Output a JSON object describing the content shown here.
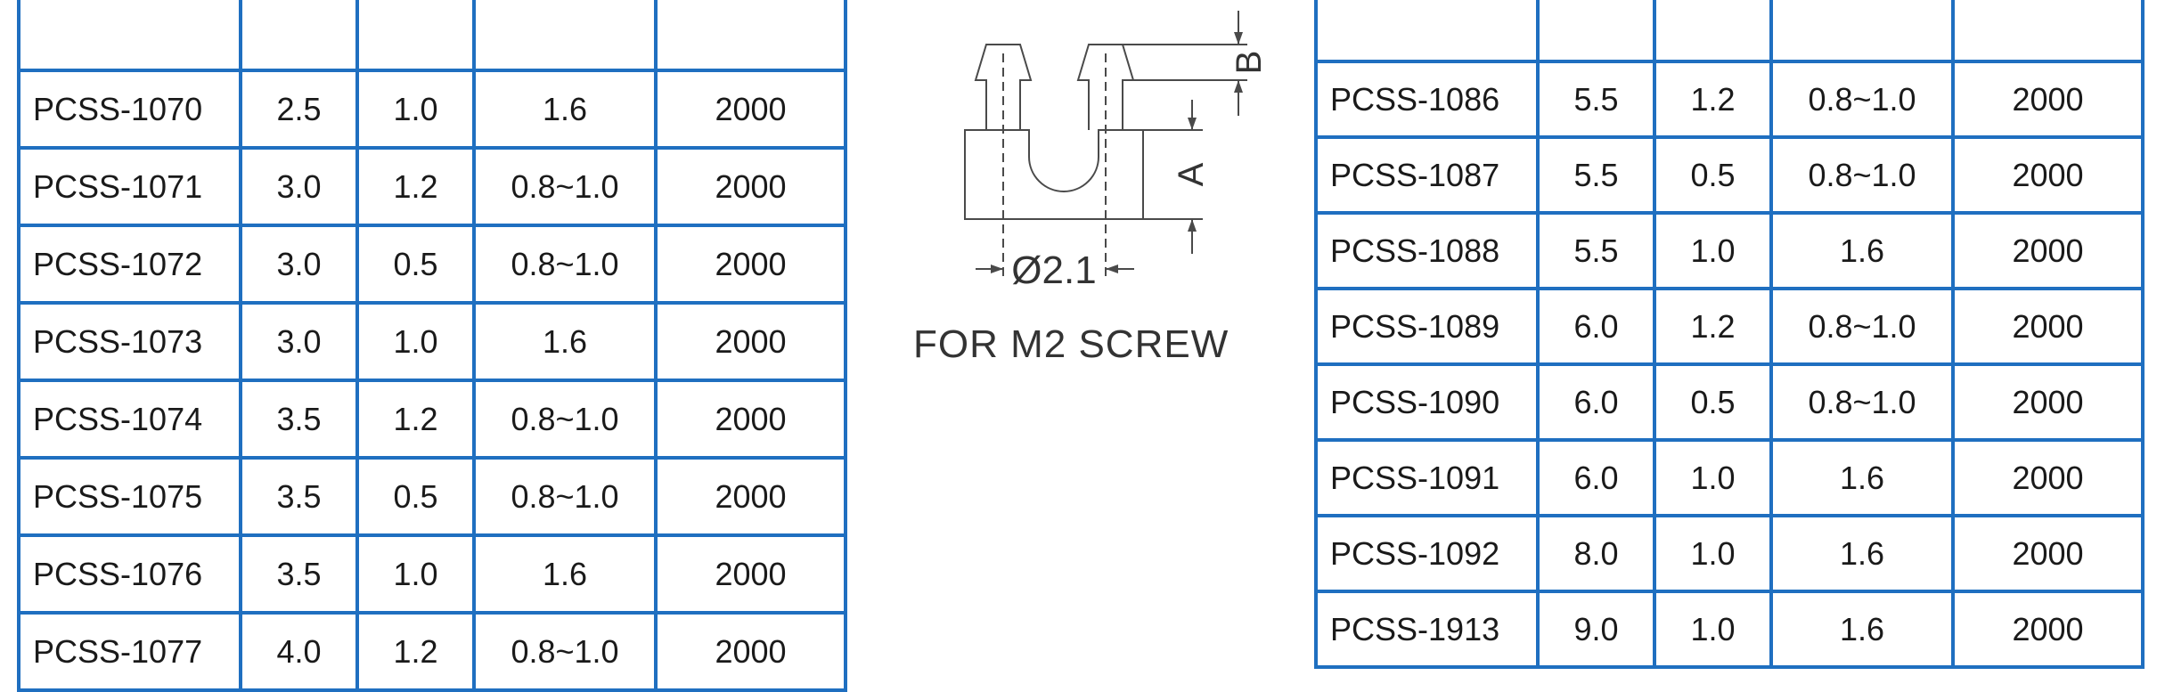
{
  "table_left": {
    "rows": [
      [
        "",
        "",
        "",
        "",
        ""
      ],
      [
        "PCSS-1070",
        "2.5",
        "1.0",
        "1.6",
        "2000"
      ],
      [
        "PCSS-1071",
        "3.0",
        "1.2",
        "0.8~1.0",
        "2000"
      ],
      [
        "PCSS-1072",
        "3.0",
        "0.5",
        "0.8~1.0",
        "2000"
      ],
      [
        "PCSS-1073",
        "3.0",
        "1.0",
        "1.6",
        "2000"
      ],
      [
        "PCSS-1074",
        "3.5",
        "1.2",
        "0.8~1.0",
        "2000"
      ],
      [
        "PCSS-1075",
        "3.5",
        "0.5",
        "0.8~1.0",
        "2000"
      ],
      [
        "PCSS-1076",
        "3.5",
        "1.0",
        "1.6",
        "2000"
      ],
      [
        "PCSS-1077",
        "4.0",
        "1.2",
        "0.8~1.0",
        "2000"
      ]
    ]
  },
  "table_right": {
    "rows": [
      [
        "",
        "",
        "",
        "",
        ""
      ],
      [
        "PCSS-1086",
        "5.5",
        "1.2",
        "0.8~1.0",
        "2000"
      ],
      [
        "PCSS-1087",
        "5.5",
        "0.5",
        "0.8~1.0",
        "2000"
      ],
      [
        "PCSS-1088",
        "5.5",
        "1.0",
        "1.6",
        "2000"
      ],
      [
        "PCSS-1089",
        "6.0",
        "1.2",
        "0.8~1.0",
        "2000"
      ],
      [
        "PCSS-1090",
        "6.0",
        "0.5",
        "0.8~1.0",
        "2000"
      ],
      [
        "PCSS-1091",
        "6.0",
        "1.0",
        "1.6",
        "2000"
      ],
      [
        "PCSS-1092",
        "8.0",
        "1.0",
        "1.6",
        "2000"
      ],
      [
        "PCSS-1913",
        "9.0",
        "1.0",
        "1.6",
        "2000"
      ]
    ]
  },
  "diagram": {
    "dim_a": "A",
    "dim_b": "B",
    "diameter": "Ø2.1",
    "note": "FOR  M2  SCREW"
  }
}
